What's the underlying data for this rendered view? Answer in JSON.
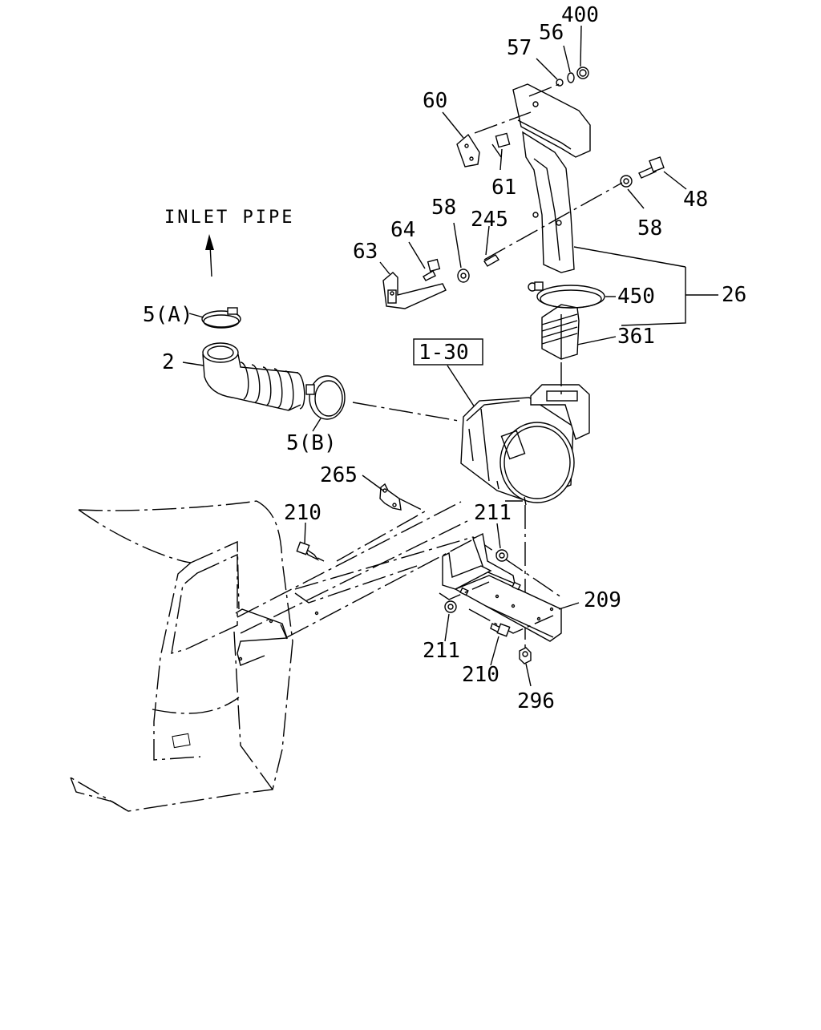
{
  "diagram": {
    "note": "INLET PIPE",
    "box_label": "1-30",
    "labels": {
      "p400": "400",
      "p56": "56",
      "p57": "57",
      "p60": "60",
      "p61": "61",
      "p48": "48",
      "p58a": "58",
      "p58b": "58",
      "p64": "64",
      "p245": "245",
      "p63": "63",
      "p450": "450",
      "p26": "26",
      "p361": "361",
      "p5a": "5(A)",
      "p2": "2",
      "p5b": "5(B)",
      "p265": "265",
      "p210a": "210",
      "p211a": "211",
      "p209": "209",
      "p211b": "211",
      "p210b": "210",
      "p296": "296"
    }
  }
}
